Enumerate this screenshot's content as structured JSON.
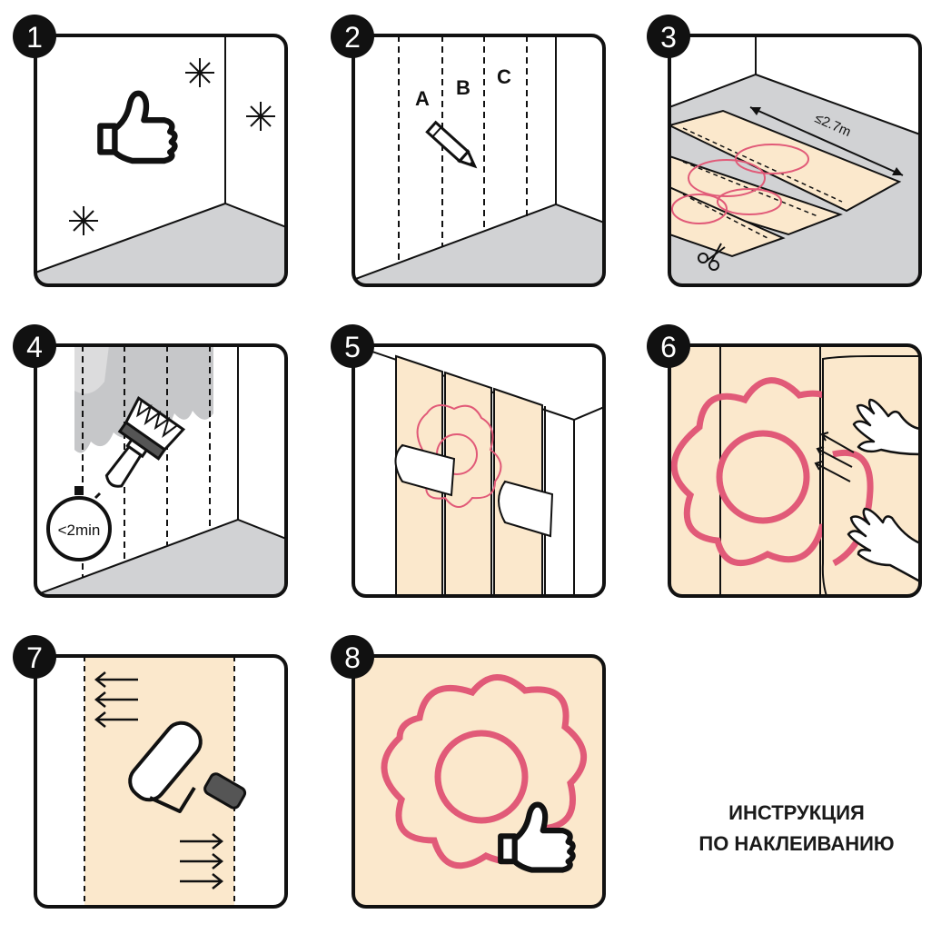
{
  "caption": {
    "line1": "ИНСТРУКЦИЯ",
    "line2": "ПО НАКЛЕИВАНИЮ"
  },
  "steps": [
    {
      "number": "1",
      "icons": [
        "thumbs-up-icon",
        "sparkle-icon"
      ]
    },
    {
      "number": "2",
      "labels": [
        "A",
        "B",
        "C"
      ],
      "icons": [
        "pencil-icon"
      ]
    },
    {
      "number": "3",
      "length_label": "≤2.7m",
      "icons": [
        "scissors-icon"
      ]
    },
    {
      "number": "4",
      "timer_label": "<2min",
      "icons": [
        "brush-icon",
        "stopwatch-icon"
      ]
    },
    {
      "number": "5",
      "icons": [
        "wallpaper-strip-icon"
      ]
    },
    {
      "number": "6",
      "icons": [
        "hand-icon",
        "arrow-icon"
      ]
    },
    {
      "number": "7",
      "icons": [
        "roller-icon",
        "arrow-icon"
      ]
    },
    {
      "number": "8",
      "icons": [
        "flower-icon",
        "thumbs-up-icon"
      ]
    }
  ],
  "colors": {
    "outline": "#111111",
    "wall_gray": "#d1d2d4",
    "wallpaper": "#fbe8cc",
    "flower_pink": "#e15a78",
    "paste_gray": "#c6c7c9"
  }
}
